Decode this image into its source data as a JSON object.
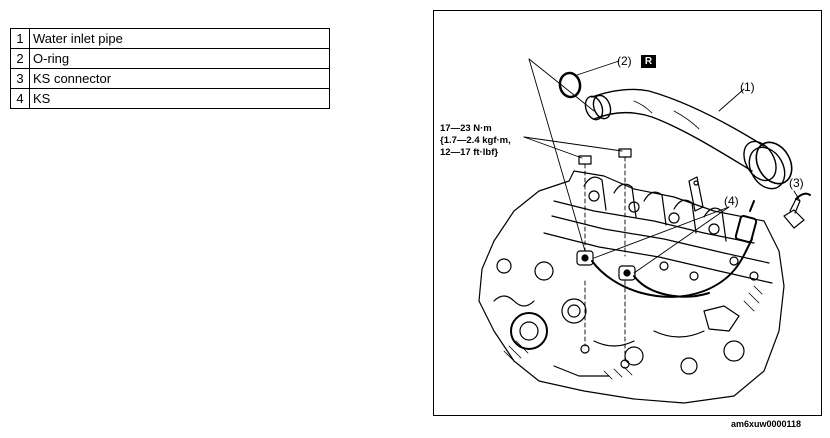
{
  "parts": [
    {
      "num": "1",
      "name": "Water inlet pipe"
    },
    {
      "num": "2",
      "name": "O-ring"
    },
    {
      "num": "3",
      "name": "KS connector"
    },
    {
      "num": "4",
      "name": "KS"
    }
  ],
  "diagram": {
    "torque_lines": [
      "17—23 N·m",
      "{1.7—2.4 kgf·m,",
      "12—17 ft·lbf}"
    ],
    "callouts": {
      "one": "(1)",
      "two": "(2)",
      "three": "(3)",
      "four": "(4)"
    },
    "replace_badge": "R"
  },
  "figure_id": "am6xuw0000118"
}
